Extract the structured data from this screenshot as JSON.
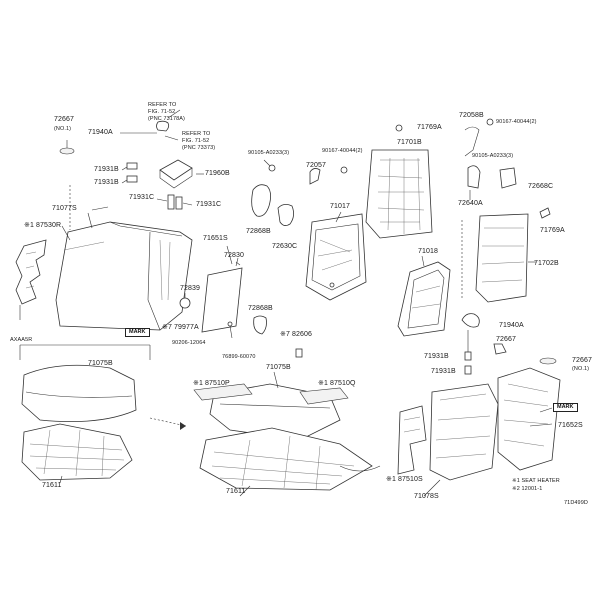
{
  "labels": {
    "l_72667a": "72667",
    "l_no1": "(NO.1)",
    "l_71940a_top": "71940A",
    "l_refer1": "REFER TO",
    "l_fig1": "FIG. 71-52",
    "l_pnc1": "(PNC 73178A)",
    "l_refer2": "REFER TO",
    "l_fig2": "FIG. 71-52",
    "l_pnc2": "(PNC 73373)",
    "l_71931b_a": "71931B",
    "l_71931b_b": "71931B",
    "l_71960b": "71960B",
    "l_71931c_a": "71931C",
    "l_71931c_b": "71931C",
    "l_71077s": "71077S",
    "l_87530r": "※1 87530R",
    "l_axaa5r": "AXAA5R",
    "l_mark1": "MARK",
    "l_79977a": "※7 79977A",
    "l_71651s": "71651S",
    "l_72830": "72830",
    "l_72839": "72839",
    "l_90206": "90206-12064",
    "l_76899": "76899-60070",
    "l_72868b_a": "72868B",
    "l_72868b_b": "72868B",
    "l_72630c": "72630C",
    "l_90105_a": "90105-A0233(3)",
    "l_72057": "72057",
    "l_90167_a": "90167-40044(2)",
    "l_71769a_top": "71769A",
    "l_71701b": "71701B",
    "l_71017": "71017",
    "l_71018": "71018",
    "l_82606": "※7 82606",
    "l_72058b": "72058B",
    "l_90167_b": "90167-40044(2)",
    "l_90105_b": "90105-A0233(3)",
    "l_72668c": "72668C",
    "l_72640a": "72640A",
    "l_71769a_r": "71769A",
    "l_71702b": "71702B",
    "l_71940a_r": "71940A",
    "l_72667_r1": "72667",
    "l_71931b_r1": "71931B",
    "l_71931b_r2": "71931B",
    "l_72667_r2": "72667",
    "l_no1_r": "(NO.1)",
    "l_mark2": "MARK",
    "l_71652s": "71652S",
    "l_71075b_l": "71075B",
    "l_71075b_c": "71075B",
    "l_87510p": "※1 87510P",
    "l_87510q": "※1 87510Q",
    "l_71611_l": "71611",
    "l_71611_c": "71611",
    "l_87510s": "※1 87510S",
    "l_71078s": "71078S",
    "l_note1": "※1 SEAT HEATER",
    "l_note2": "※2 12001-1",
    "l_code": "71D499D"
  }
}
